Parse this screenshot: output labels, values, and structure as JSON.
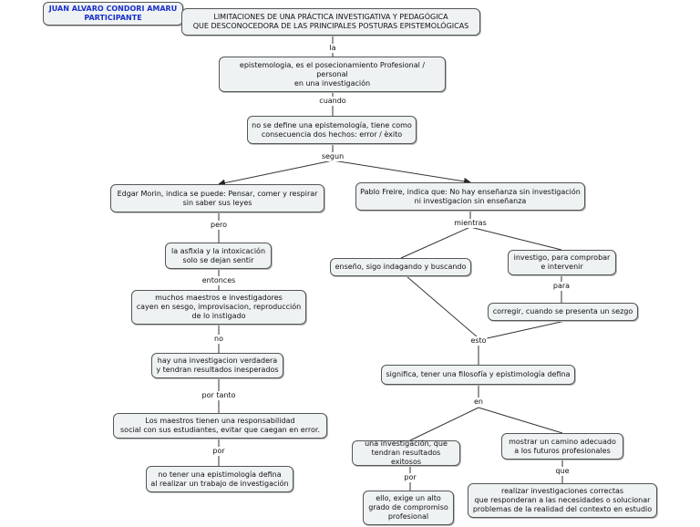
{
  "author": "JUAN ALVARO CONDORI AMARU\nPARTICIPANTE",
  "nodes": {
    "title": "LIMITACIONES DE UNA PRÁCTICA INVESTIGATIVA Y PEDAGÓGICA\nQUE DESCONOCEDORA DE LAS PRINCIPALES POSTURAS EPISTEMOLÓGICAS",
    "epistemologia": "epistemologia, es el posecionamiento Profesional / personal\nen una investigación",
    "no_define": "no se define una epistemología, tiene como\nconsecuencia dos hechos: error / èxito",
    "morin": "Edgar Morin, indica se puede: Pensar, comer y respirar\nsin saber sus leyes",
    "freire": "Pablo Freire, indica que: No hay enseñanza sin investigación\nni investigacion sin enseñanza",
    "asfixia": "la asfixia y la intoxicación\nsolo se dejan sentir",
    "maestros": "muchos maestros e investigadores\ncayen en sesgo, improvisacion, reproducción\nde lo instigado",
    "inv_verdadera": "hay una investigacion verdadera\ny tendran resultados inesperados",
    "responsabilidad": "Los maestros tienen una responsabilidad\nsocial con sus estudiantes, evitar que caegan en error.",
    "no_tener": "no tener una epistimología defina\nal realizar un trabajo de investigación",
    "enseno": "enseño, sigo indagando y buscando",
    "investigo": "investigo, para comprobar\ne intervenir",
    "corregir": "corregir, cuando se presenta un sezgo",
    "significa": "significa, tener una filosofía y epistimología defina",
    "una_inv": "una investigación, que\ntendran resultados exitosos",
    "mostrar": "mostrar un camino adecuado\na los futuros profesionales",
    "ello": "ello, exige un alto\ngrado de compromiso\nprofesional",
    "realizar": "realizar investigaciones correctas\nque responderan a las necesidades o solucionar\nproblemas de la realidad del contexto en estudio"
  },
  "links": {
    "la": "la",
    "cuando": "cuando",
    "segun": "segun",
    "pero": "pero",
    "entonces": "entonces",
    "no": "no",
    "por_tanto": "por tanto",
    "por": "por",
    "mientras": "mientras",
    "para": "para",
    "esto": "esto",
    "en": "en",
    "por2": "por",
    "que": "que"
  }
}
